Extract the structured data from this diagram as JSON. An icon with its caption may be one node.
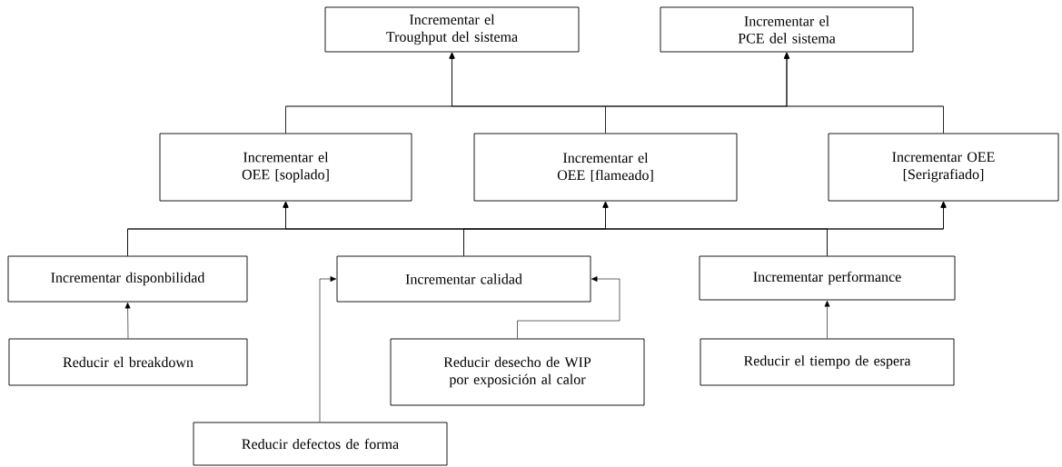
{
  "diagram": {
    "nodes": [
      {
        "text": [
          "Incrementar el Troughput del sistema"
        ]
      },
      {
        "text": [
          "Incrementar el PCE del sistema"
        ]
      },
      {
        "text": [
          "Incrementar el OEE [soplado]"
        ]
      },
      {
        "text": [
          "Incrementar el OEE [flameado]"
        ]
      },
      {
        "text": [
          "Incrementar OEE [Serigrafiado]"
        ]
      },
      {
        "text": [
          "Incrementar disponbilidad"
        ]
      },
      {
        "text": [
          "Incrementar calidad"
        ]
      },
      {
        "text": [
          "Incrementar performance"
        ]
      },
      {
        "text": [
          "Reducir el breakdown"
        ]
      },
      {
        "text": [
          "Reducir desecho de WIP por exposición al calor"
        ]
      },
      {
        "text": [
          "Reducir defectos de forma"
        ]
      },
      {
        "text": [
          "Reducir el tiempo de espera"
        ]
      }
    ],
    "edges": [
      {
        "from": 2,
        "to": 0,
        "arrow": "to"
      },
      {
        "from": 3,
        "to": 0,
        "arrow": "to"
      },
      {
        "from": 4,
        "to": 0,
        "arrow": "to"
      },
      {
        "from": 2,
        "to": 1,
        "arrow": "to"
      },
      {
        "from": 3,
        "to": 1,
        "arrow": "to"
      },
      {
        "from": 4,
        "to": 1,
        "arrow": "to"
      },
      {
        "from": 5,
        "to": 2,
        "arrow": "to"
      },
      {
        "from": 6,
        "to": 2,
        "arrow": "to"
      },
      {
        "from": 7,
        "to": 2,
        "arrow": "to"
      },
      {
        "from": 5,
        "to": 3,
        "arrow": "to"
      },
      {
        "from": 6,
        "to": 3,
        "arrow": "to"
      },
      {
        "from": 7,
        "to": 3,
        "arrow": "to"
      },
      {
        "from": 5,
        "to": 4,
        "arrow": "to"
      },
      {
        "from": 6,
        "to": 4,
        "arrow": "to"
      },
      {
        "from": 7,
        "to": 4,
        "arrow": "to"
      },
      {
        "from": 8,
        "to": 5,
        "arrow": "to"
      },
      {
        "from": 10,
        "to": 6,
        "arrow": "to"
      },
      {
        "from": 9,
        "to": 6,
        "arrow": "to"
      },
      {
        "from": 11,
        "to": 7,
        "arrow": "to"
      }
    ]
  }
}
